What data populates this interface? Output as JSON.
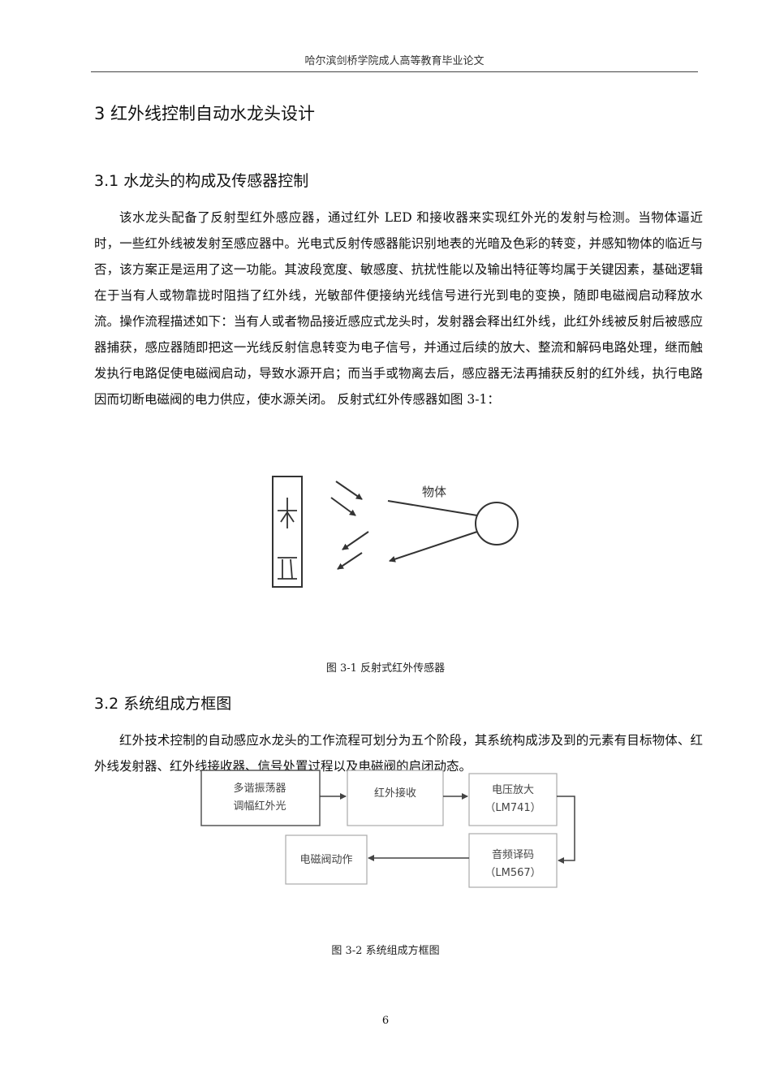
{
  "header": {
    "title": "哈尔滨剑桥学院成人高等教育毕业论文"
  },
  "chapter": {
    "title": "3  红外线控制自动水龙头设计"
  },
  "section1": {
    "title": "3.1 水龙头的构成及传感器控制",
    "paragraph": "该水龙头配备了反射型红外感应器，通过红外  LED 和接收器来实现红外光的发射与检测。当物体逼近时，一些红外线被发射至感应器中。光电式反射传感器能识别地表的光暗及色彩的转变，并感知物体的临近与否，该方案正是运用了这一功能。其波段宽度、敏感度、抗扰性能以及输出特征等均属于关键因素，基础逻辑在于当有人或物靠拢时阻挡了红外线，光敏部件便接纳光线信号进行光到电的变换，随即电磁阀启动释放水流。操作流程描述如下：当有人或者物品接近感应式龙头时，发射器会释出红外线，此红外线被反射后被感应器捕获，感应器随即把这一光线反射信息转变为电子信号，并通过后续的放大、整流和解码电路处理，继而触发执行电路促使电磁阀启动，导致水源开启；而当手或物离去后，感应器无法再捕获反射的红外线，执行电路因而切断电磁阀的电力供应，使水源关闭。  反射式红外传感器如图  3-1："
  },
  "figure1": {
    "object_label": "物体",
    "caption": "图  3-1  反射式红外传感器"
  },
  "section2": {
    "title": "3.2 系统组成方框图",
    "paragraph": "红外技术控制的自动感应水龙头的工作流程可划分为五个阶段，其系统构成涉及到的元素有目标物体、红外线发射器、红外线接收器、信号处置过程以及电磁阀的启闭动态。"
  },
  "figure2": {
    "boxes": {
      "osc_line1": "多谐振荡器",
      "osc_line2": "调幅红外光",
      "receive": "红外接收",
      "amp_line1": "电压放大",
      "amp_line2": "（LM741）",
      "decode_line1": "音频译码",
      "decode_line2": "（LM567）",
      "valve": "电磁阀动作"
    },
    "caption": "图  3-2  系统组成方框图"
  },
  "page_number": "6"
}
